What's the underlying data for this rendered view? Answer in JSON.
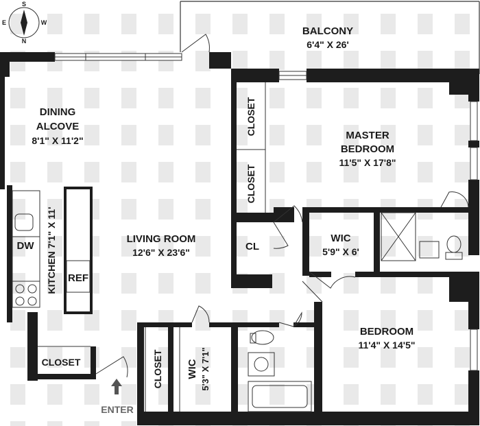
{
  "compass": {
    "n": "N",
    "s": "S",
    "e": "E",
    "w": "W"
  },
  "rooms": {
    "balcony": {
      "name": "BALCONY",
      "dims": "6'4\" X 26'"
    },
    "dining": {
      "name1": "DINING",
      "name2": "ALCOVE",
      "dims": "8'1\" X 11'2\""
    },
    "master": {
      "name1": "MASTER",
      "name2": "BEDROOM",
      "dims": "11'5\" X 17'8\""
    },
    "closet_upper": "CLOSET",
    "closet_lower": "CLOSET",
    "cl": "CL",
    "living": {
      "name": "LIVING ROOM",
      "dims": "12'6\" X 23'6\""
    },
    "wic_master": {
      "name": "WIC",
      "dims": "5'9\" X 6'"
    },
    "kitchen": "KITCHEN 7'1\" X 11'",
    "dw": "DW",
    "ref": "REF",
    "bedroom": {
      "name": "BEDROOM",
      "dims": "11'4\" X 14'5\""
    },
    "closet_entry": "CLOSET",
    "closet_hall": "CLOSET",
    "wic_hall": {
      "name": "WIC",
      "dims": "5'3\" X 7'1\""
    },
    "enter": "ENTER"
  }
}
